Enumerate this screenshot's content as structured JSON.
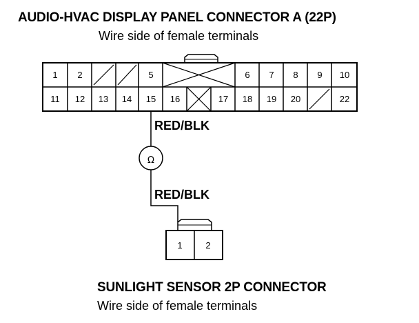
{
  "connector_a": {
    "title": "AUDIO-HVAC DISPLAY PANEL CONNECTOR A (22P)",
    "subtitle": "Wire side of female terminals",
    "row1": [
      "1",
      "2",
      "",
      "",
      "5",
      "",
      "6",
      "7",
      "8",
      "9",
      "10"
    ],
    "row2": [
      "11",
      "12",
      "13",
      "14",
      "15",
      "16",
      "",
      "17",
      "18",
      "19",
      "20",
      "",
      "22"
    ]
  },
  "wire_top_label": "RED/BLK",
  "wire_bottom_label": "RED/BLK",
  "ohmmeter_symbol": "Ω",
  "sensor_connector": {
    "title": "SUNLIGHT SENSOR 2P CONNECTOR",
    "subtitle": "Wire side of female terminals",
    "pins": [
      "1",
      "2"
    ]
  }
}
